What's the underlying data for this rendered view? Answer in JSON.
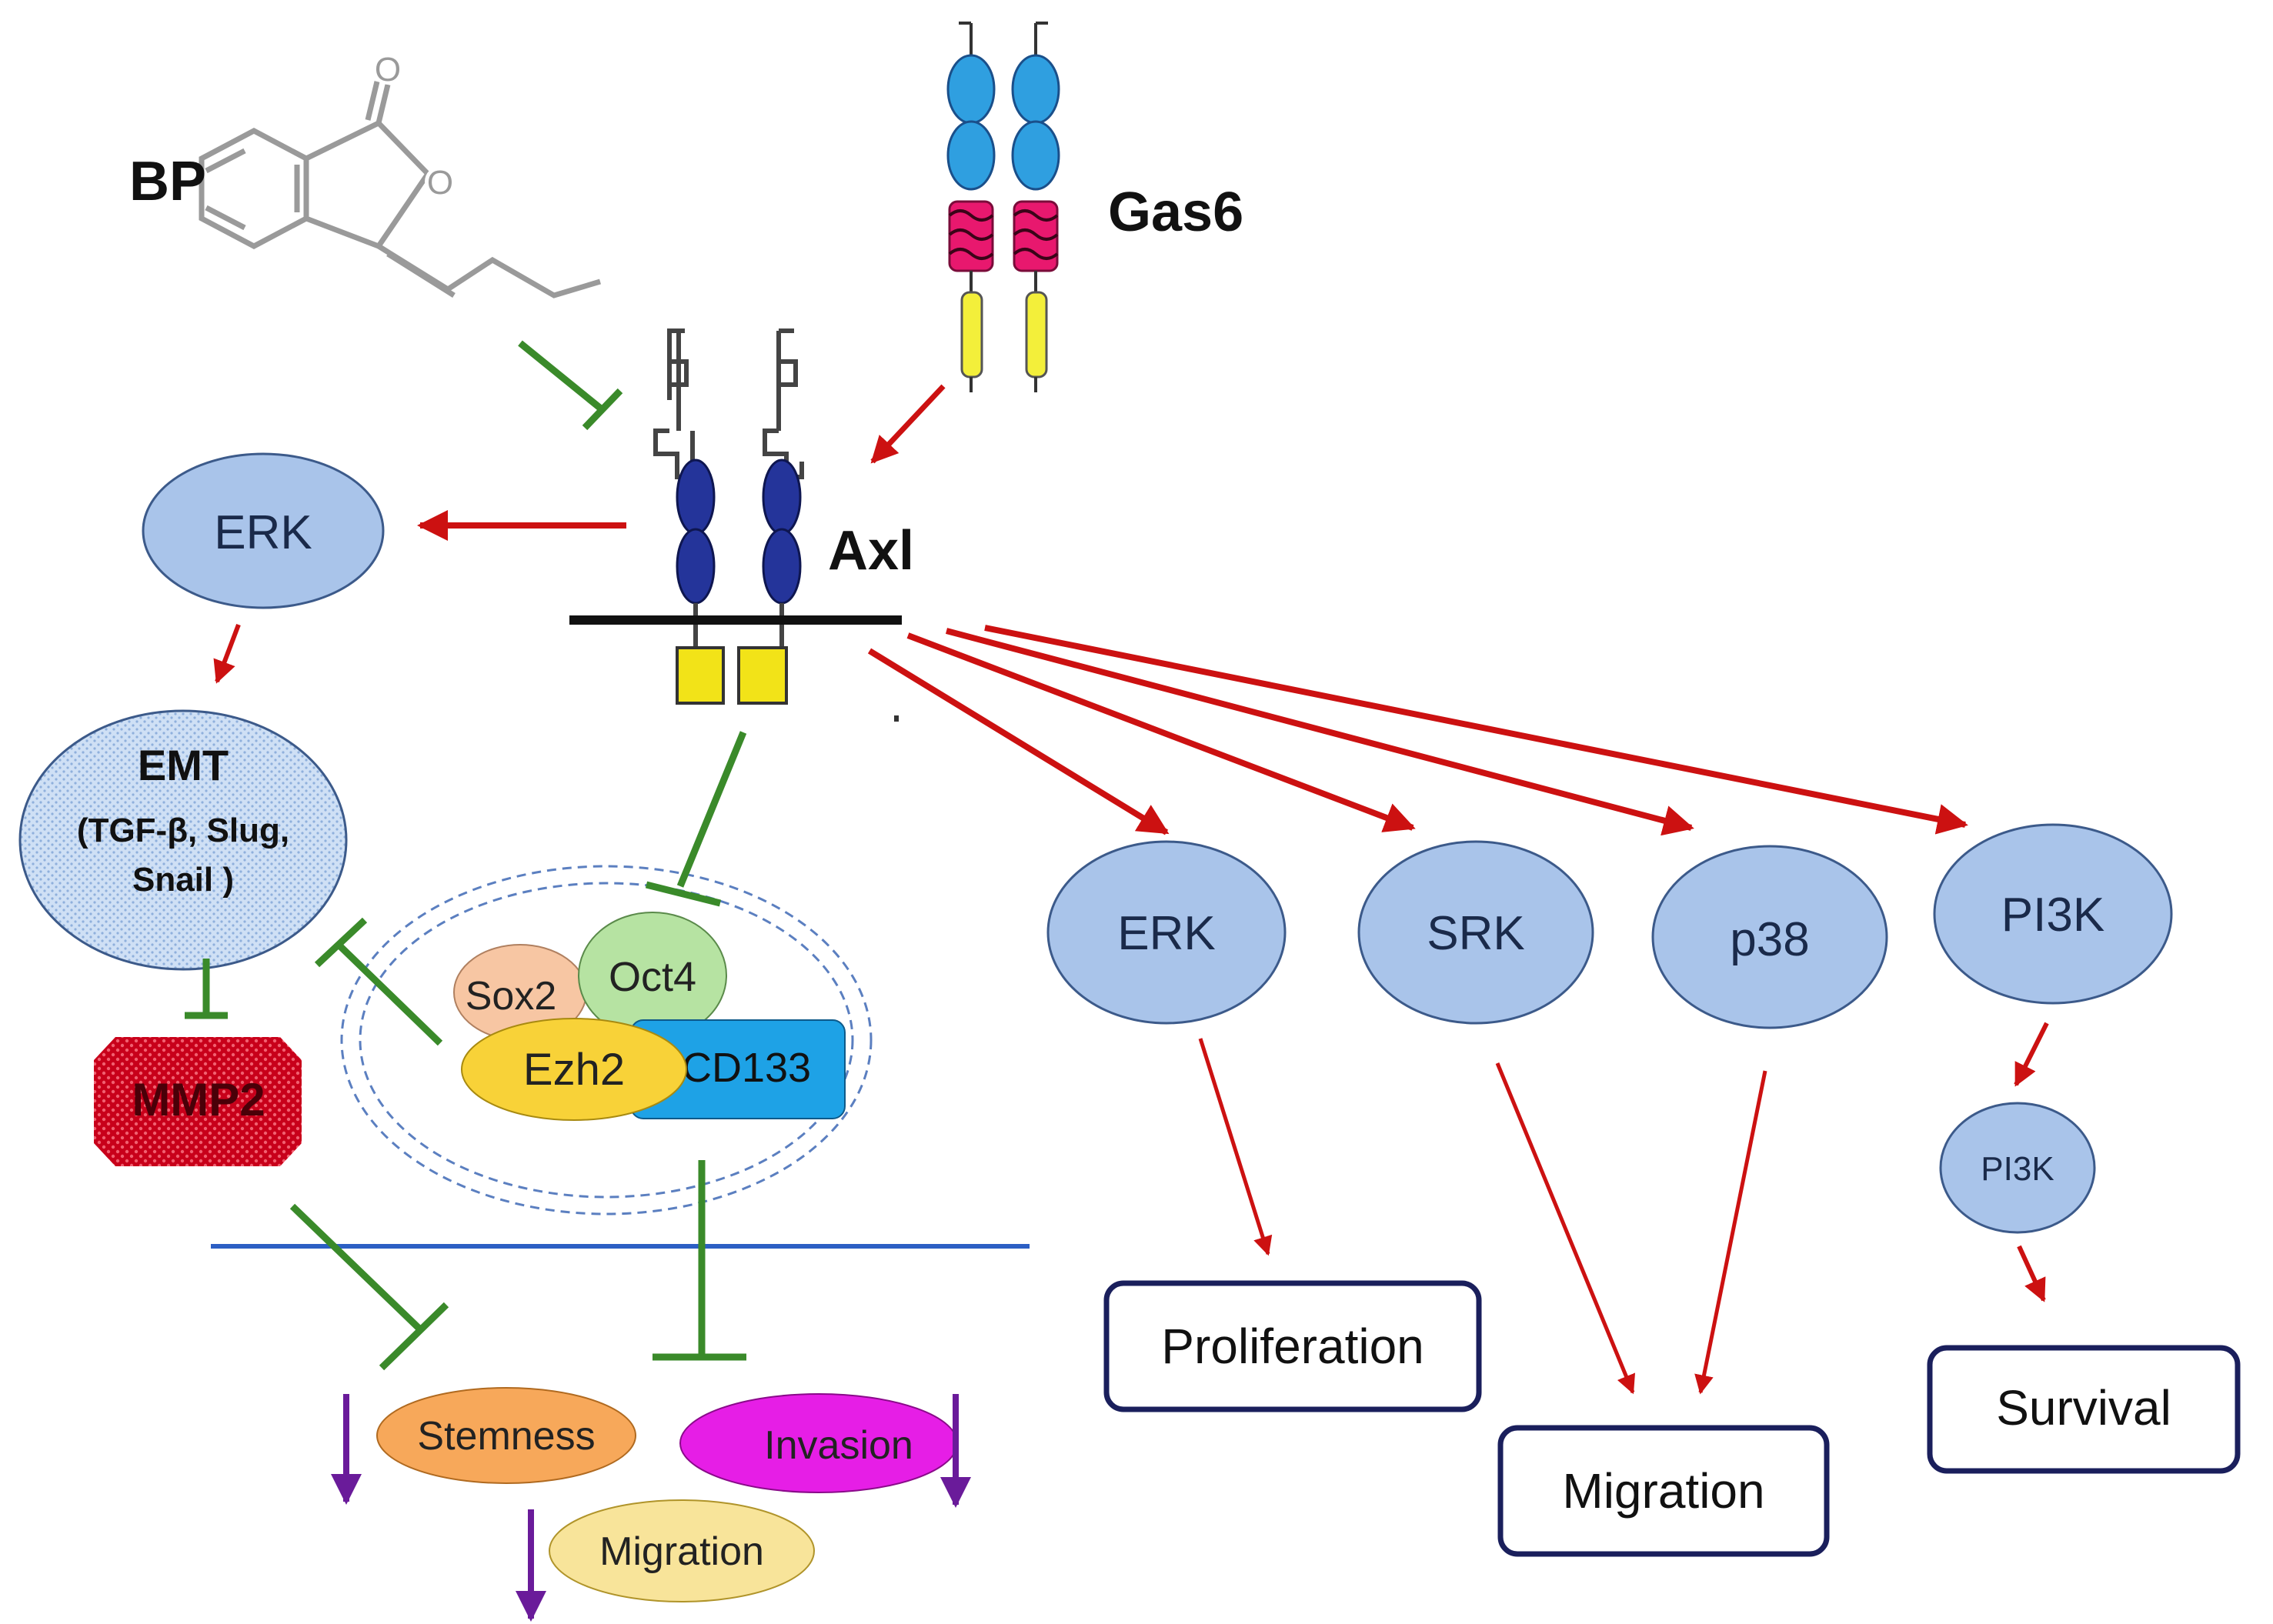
{
  "labels": {
    "bp": "BP",
    "gas6": "Gas6",
    "axl": "Axl",
    "erk_left": "ERK",
    "emt_title": "EMT",
    "emt_line1": "(TGF-β, Slug,",
    "emt_line2": "Snail )",
    "mmp2": "MMP2",
    "sox2": "Sox2",
    "oct4": "Oct4",
    "ezh2": "Ezh2",
    "cd133": "CD133",
    "stemness": "Stemness",
    "invasion": "Invasion",
    "migration_left": "Migration",
    "erk_right": "ERK",
    "srk": "SRK",
    "p38": "p38",
    "pi3k_upper": "PI3K",
    "pi3k_lower": "PI3K",
    "proliferation": "Proliferation",
    "migration_right": "Migration",
    "survival": "Survival"
  },
  "colors": {
    "activation_arrow": "#cc1111",
    "inhibition": "#3a8a2a",
    "decrease_arrow": "#6a1b9a",
    "node_fill": "#a9c4ea",
    "node_stroke": "#3c5a8a",
    "receptor_domain": "#24349a",
    "kinase_domain": "#f2e318",
    "gas6_blue": "#2f9fe0",
    "gas6_pink": "#e8186e",
    "gas6_yellow": "#f3ef3a",
    "mmp2": "#d0021b",
    "sox2": "#f7c6a3",
    "oct4": "#b6e3a2",
    "ezh2": "#f8d238",
    "cd133": "#1ea2e6",
    "stemness": "#f7a85a",
    "invasion": "#e61ee6",
    "migration_left": "#f8e49a",
    "nucleus_dash": "#5b7fc0",
    "membrane_line": "#2c5fc4",
    "outcome_box_stroke": "#1a1f5c"
  }
}
